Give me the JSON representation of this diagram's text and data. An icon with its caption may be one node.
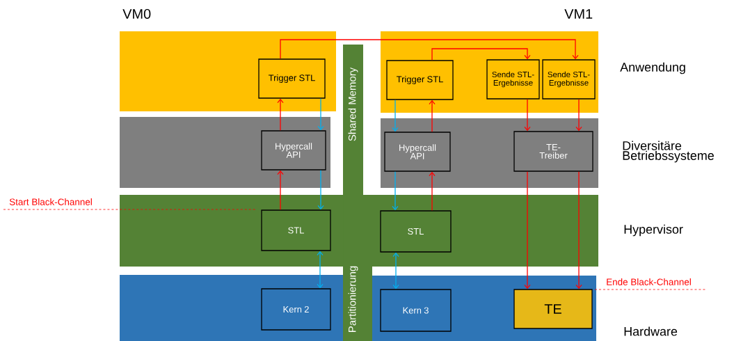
{
  "diagram": {
    "nodes": [
      {
        "text": [
          "Shared Memory",
          "Partitionierung"
        ]
      },
      {
        "text": [
          "Trigger STL"
        ]
      },
      {
        "text": [
          "Trigger STL"
        ]
      },
      {
        "text": [
          "Sende STL-Ergebnisse"
        ]
      },
      {
        "text": [
          "Sende STL-Ergebnisse"
        ]
      },
      {
        "text": [
          "Hypercall API"
        ]
      },
      {
        "text": [
          "Hypercall API"
        ]
      },
      {
        "text": [
          "TE-Treiber"
        ]
      },
      {
        "text": [
          "STL"
        ]
      },
      {
        "text": [
          "STL"
        ]
      },
      {
        "text": [
          "Kern 2"
        ]
      },
      {
        "text": [
          "Kern 3"
        ]
      },
      {
        "text": [
          "TE"
        ]
      }
    ],
    "edges": [
      {
        "from": 1,
        "to": 4,
        "arrow": "to"
      },
      {
        "from": 2,
        "to": 3,
        "arrow": "to"
      },
      {
        "from": 5,
        "to": 1,
        "arrow": "to"
      },
      {
        "from": 1,
        "to": 5,
        "arrow": "to",
        "color": "#00b0f0"
      },
      {
        "from": 8,
        "to": 5,
        "arrow": "to"
      },
      {
        "from": 5,
        "to": 8,
        "arrow": "to",
        "color": "#00b0f0"
      },
      {
        "from": 8,
        "to": 10,
        "arrow": "both",
        "color": "#00b0f0"
      },
      {
        "from": 2,
        "to": 6,
        "arrow": "to",
        "color": "#00b0f0"
      },
      {
        "from": 6,
        "to": 2,
        "arrow": "to"
      },
      {
        "from": 6,
        "to": 9,
        "arrow": "to",
        "color": "#00b0f0"
      },
      {
        "from": 9,
        "to": 6,
        "arrow": "to"
      },
      {
        "from": 9,
        "to": 11,
        "arrow": "both",
        "color": "#00b0f0"
      },
      {
        "from": 3,
        "to": 7,
        "arrow": "to"
      },
      {
        "from": 4,
        "to": 7,
        "arrow": "to"
      },
      {
        "from": 7,
        "to": 12,
        "arrow": "to"
      },
      {
        "from": 7,
        "to": 12,
        "arrow": "to"
      }
    ],
    "labels": [
      "VM0",
      "VM1",
      "Anwendung",
      "Diversitäre Betriebssysteme",
      "Start Black-Channel",
      "Hypervisor",
      "Ende Black-Channel",
      "Hardware"
    ]
  }
}
